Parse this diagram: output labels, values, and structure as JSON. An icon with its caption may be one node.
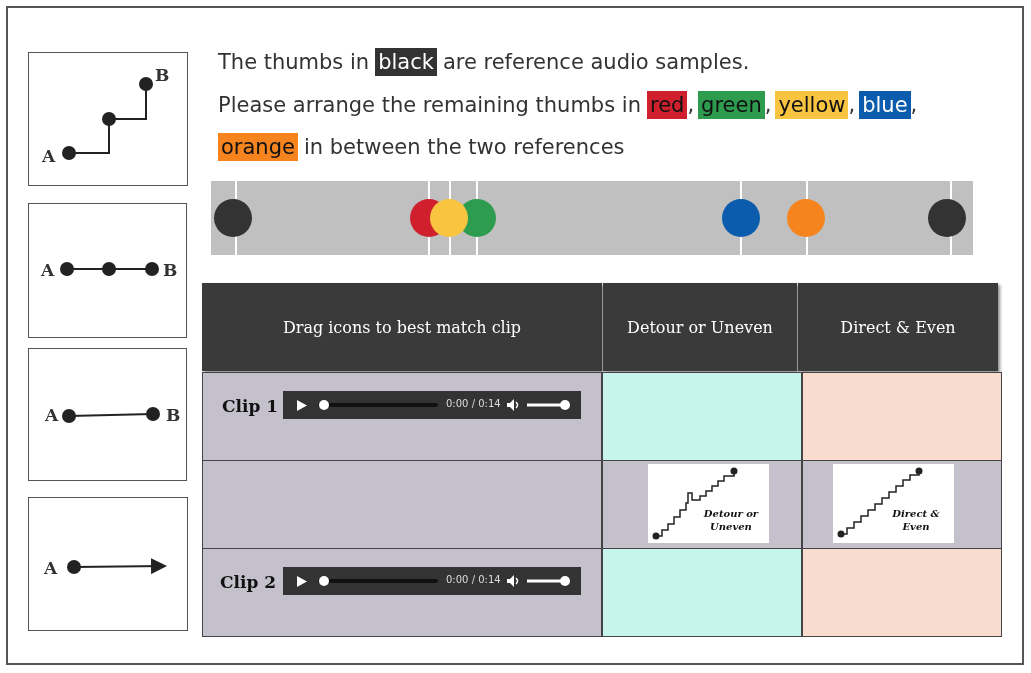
{
  "diagram": {
    "labels": [
      "B",
      "A",
      "A",
      "B",
      "A",
      "B",
      "A",
      "The thumbs in",
      "black",
      "are reference audio samples.",
      "Please arrange the remaining thumbs in",
      "red",
      ",",
      "green",
      ",",
      "yellow",
      ",",
      "blue",
      ",",
      "orange",
      "in between the two references",
      "Drag icons to best match clip",
      "Detour or Uneven",
      "Direct & Even",
      "Clip 1",
      "0:00 / 0:14",
      "Detour or Uneven",
      "Direct & Even",
      "Clip 2",
      "0:00 / 0:14"
    ]
  }
}
